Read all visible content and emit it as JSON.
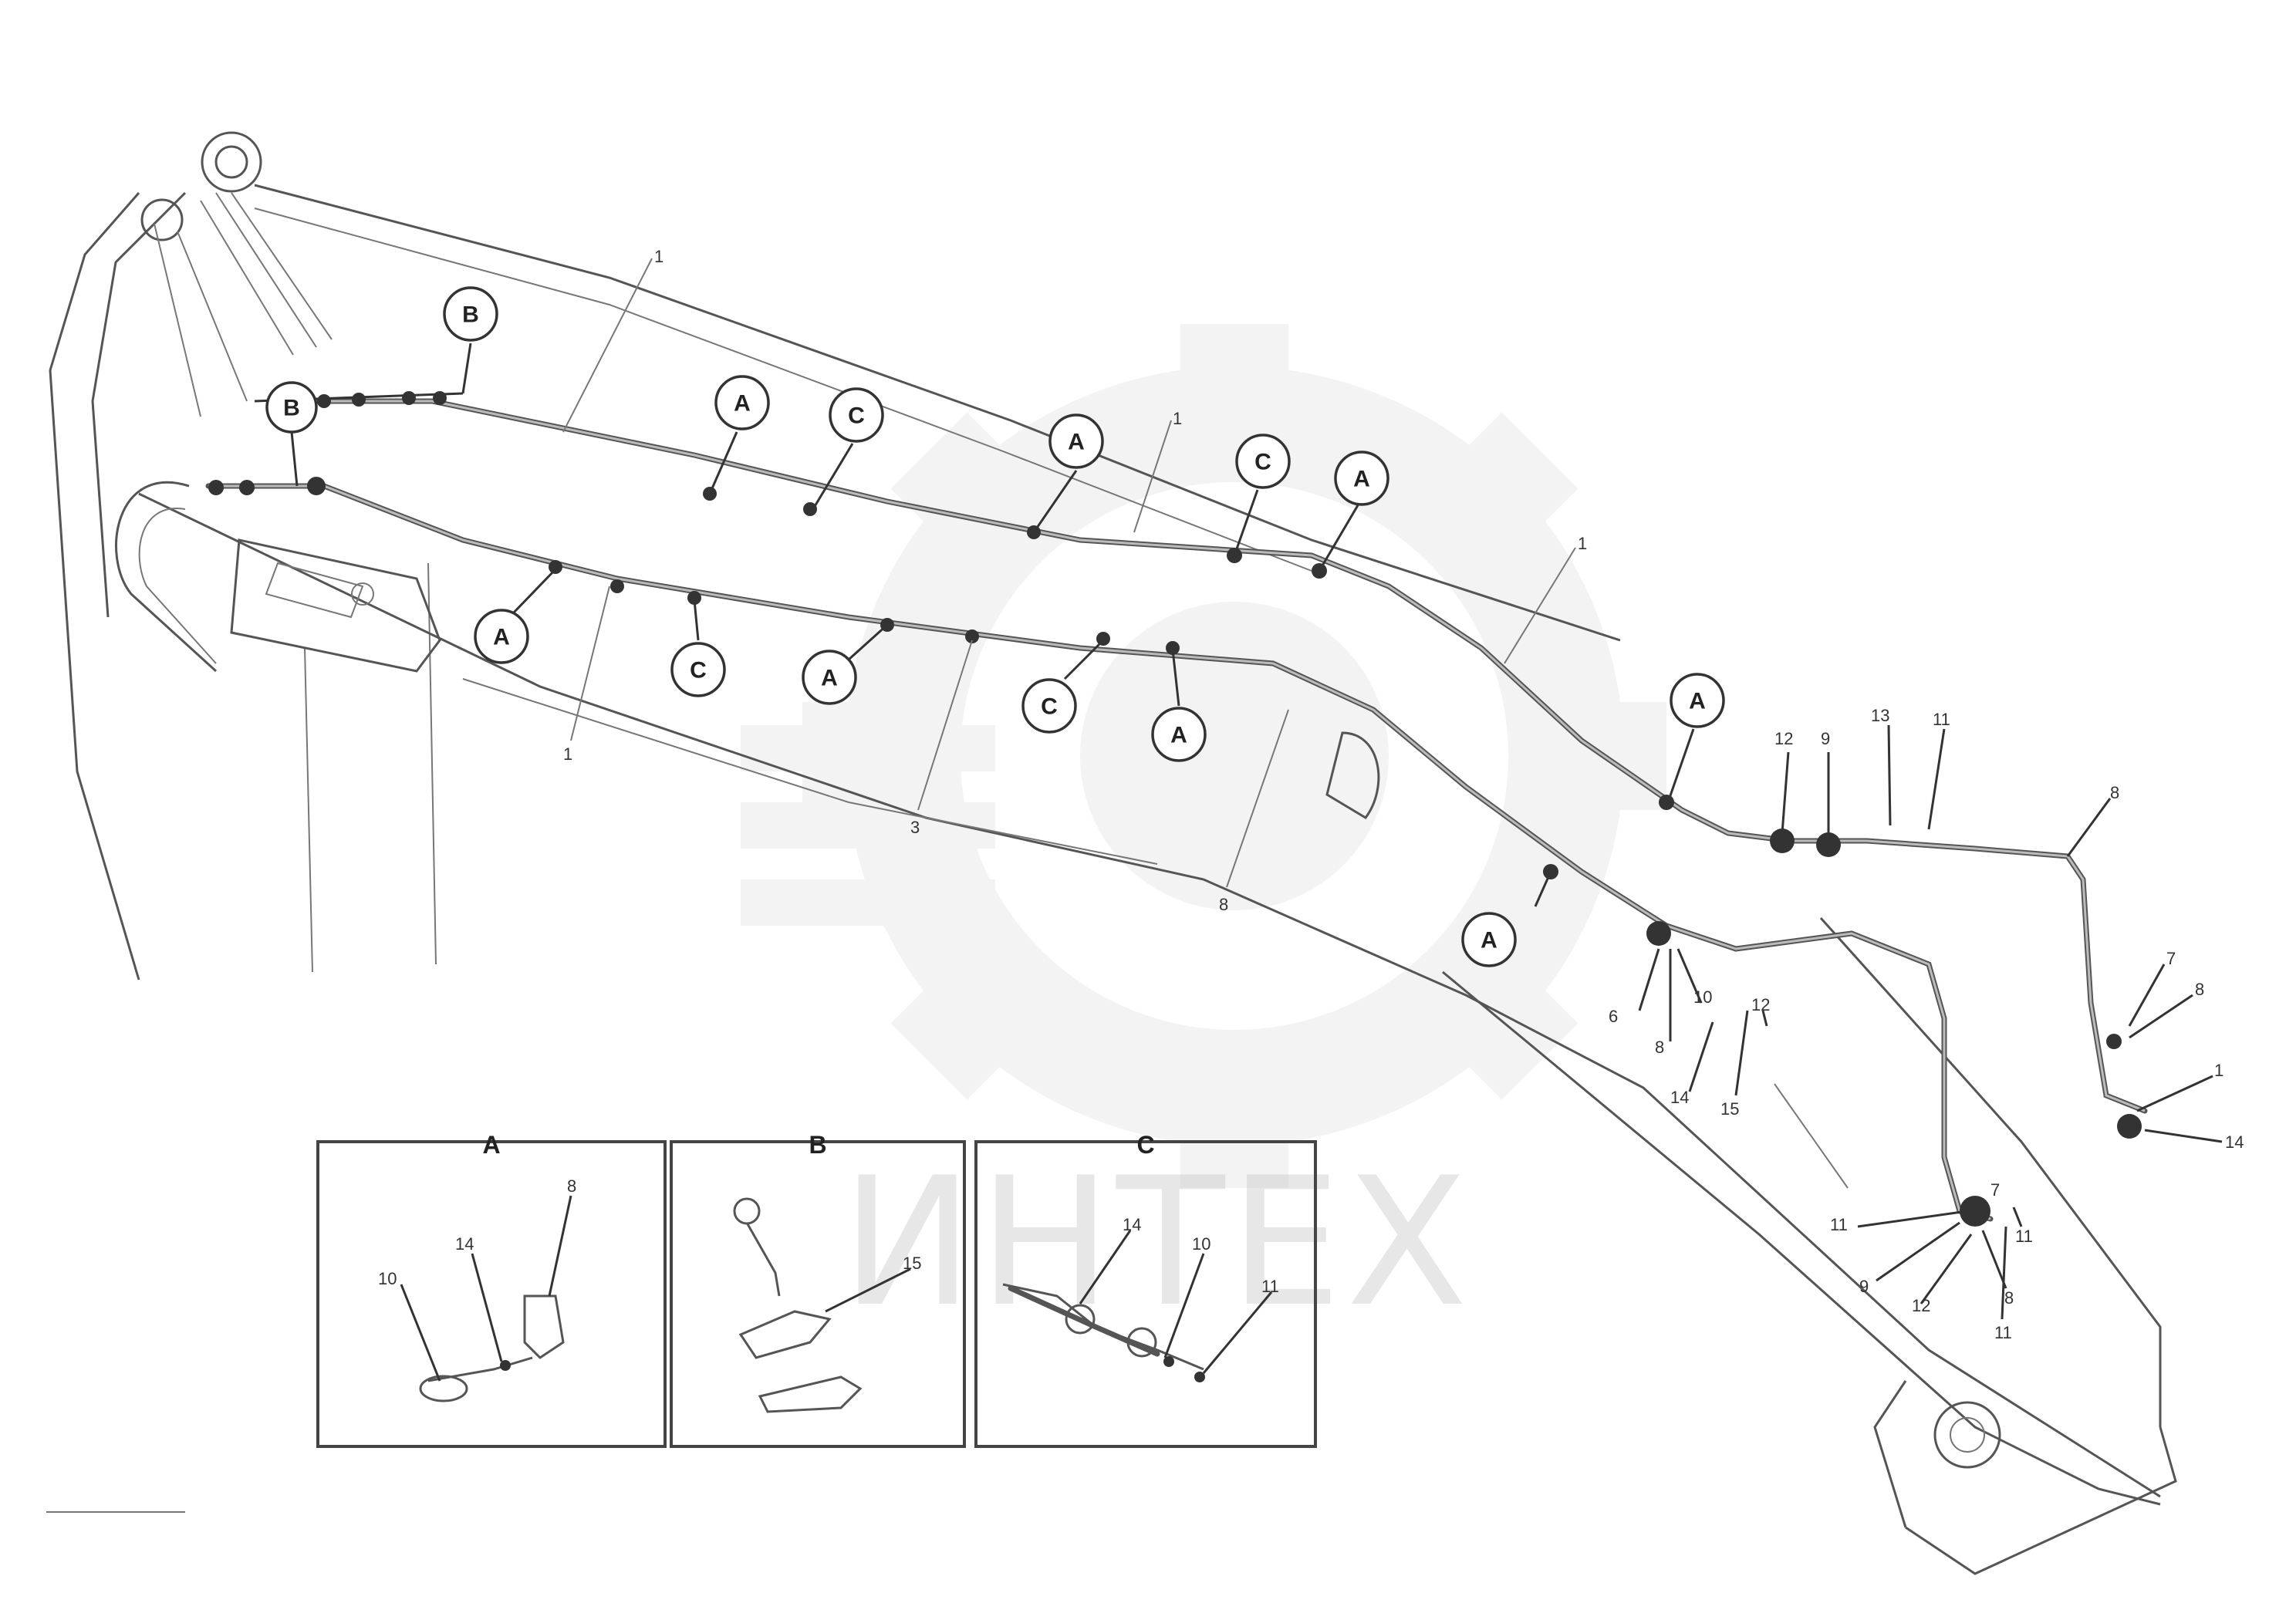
{
  "drawing_ref": {
    "line1": "",
    "line2": "",
    "code": ""
  },
  "watermark": {
    "text": "ИНТЕХ",
    "icon": "gear-icon"
  },
  "detail_views": [
    {
      "title": "A",
      "parts": [
        "8",
        "14",
        "10"
      ]
    },
    {
      "title": "B",
      "parts": [
        "15"
      ]
    },
    {
      "title": "C",
      "parts": [
        "14",
        "10",
        "11"
      ]
    }
  ],
  "callouts": [
    {
      "label": "B"
    },
    {
      "label": "B"
    },
    {
      "label": "A"
    },
    {
      "label": "C"
    },
    {
      "label": "A"
    },
    {
      "label": "C"
    },
    {
      "label": "A"
    },
    {
      "label": "A"
    },
    {
      "label": "C"
    },
    {
      "label": "A"
    },
    {
      "label": "C"
    },
    {
      "label": "A"
    },
    {
      "label": "A"
    },
    {
      "label": "A"
    }
  ],
  "part_numbers": [
    "1",
    "1",
    "1",
    "1",
    "3",
    "8",
    "12",
    "9",
    "13",
    "11",
    "8",
    "7",
    "8",
    "1",
    "14",
    "6",
    "8",
    "10",
    "14",
    "15",
    "12",
    "11",
    "9",
    "12",
    "8",
    "11",
    "11",
    "7"
  ],
  "colors": {
    "line": "#555555",
    "watermark": "#c9c9c9",
    "background": "#ffffff"
  }
}
